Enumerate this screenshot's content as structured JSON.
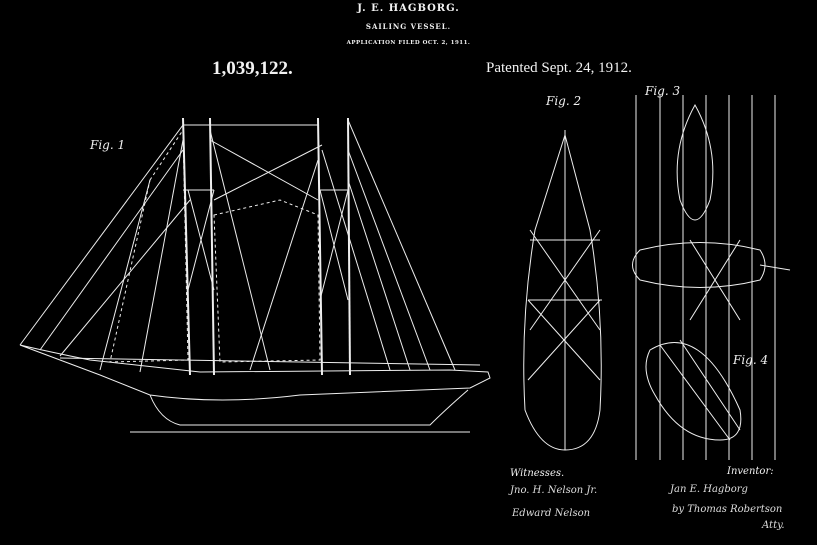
{
  "header": {
    "inventor": "J. E. HAGBORG.",
    "subject": "SAILING VESSEL.",
    "filed": "APPLICATION FILED OCT. 2, 1911.",
    "patent_number": "1,039,122.",
    "patent_date": "Patented Sept. 24, 1912."
  },
  "figures": {
    "fig1": "Fig. 1",
    "fig2": "Fig. 2",
    "fig3": "Fig. 3",
    "fig4": "Fig. 4"
  },
  "footer": {
    "witnesses_label": "Witnesses.",
    "witness1": "Jno. H. Nelson Jr.",
    "witness2": "Edward Nelson",
    "inventor_label": "Inventor:",
    "inventor_signature": "Jan E. Hagborg",
    "attorney_signature": "by Thomas Robertson",
    "attorney_suffix": "Atty."
  },
  "colors": {
    "background": "#000000",
    "ink": "#f2f2f2"
  }
}
